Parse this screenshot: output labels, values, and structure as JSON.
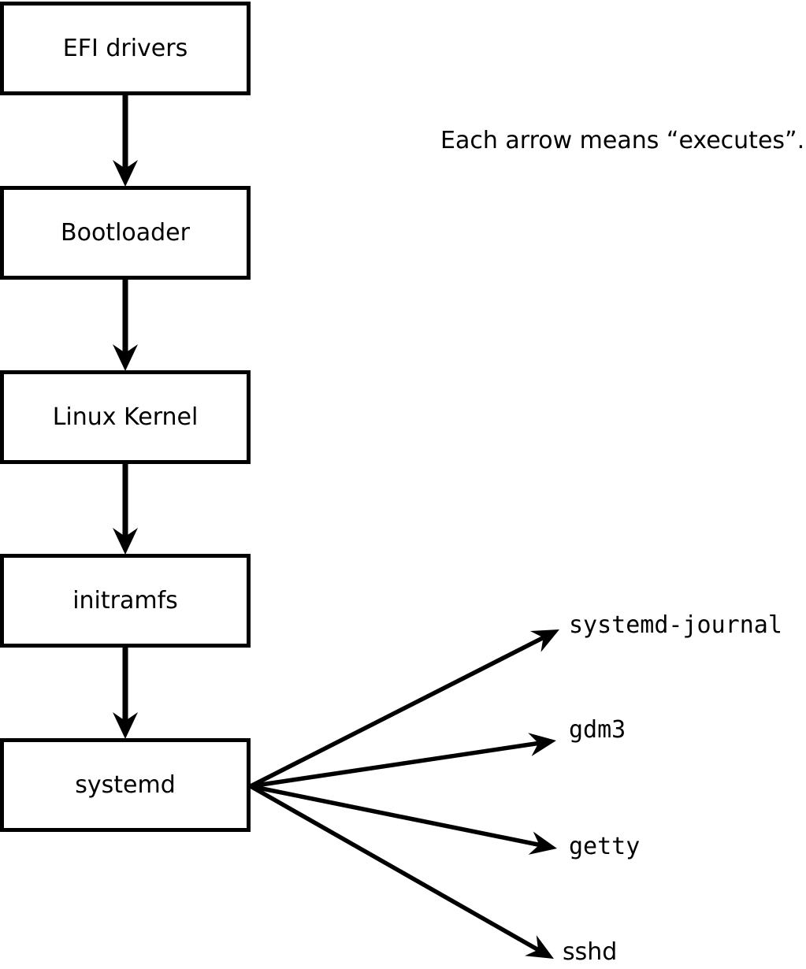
{
  "diagram": {
    "caption": "Each arrow means “executes”.",
    "boot_chain": [
      {
        "id": "efi-drivers",
        "label": "EFI drivers"
      },
      {
        "id": "bootloader",
        "label": "Bootloader"
      },
      {
        "id": "linux-kernel",
        "label": "Linux Kernel"
      },
      {
        "id": "initramfs",
        "label": "initramfs"
      },
      {
        "id": "systemd",
        "label": "systemd"
      }
    ],
    "spawned_services": [
      {
        "id": "systemd-journal",
        "label": "systemd-journal"
      },
      {
        "id": "gdm3",
        "label": "gdm3"
      },
      {
        "id": "getty",
        "label": "getty"
      },
      {
        "id": "sshd",
        "label": "sshd"
      }
    ],
    "colors": {
      "stroke": "#000000",
      "background": "#ffffff"
    }
  }
}
